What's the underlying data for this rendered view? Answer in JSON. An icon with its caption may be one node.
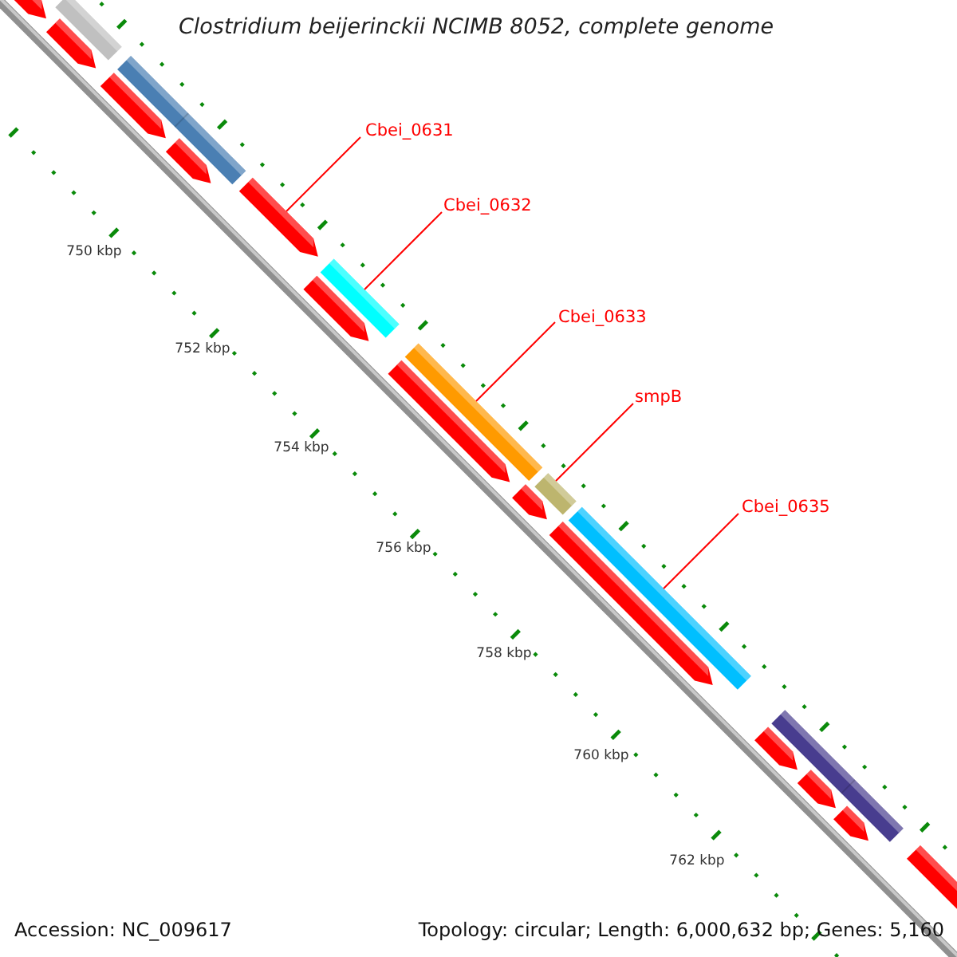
{
  "diagram": {
    "title": "Clostridium beijerinckii NCIMB 8052, complete genome",
    "nodes": [
      {
        "text": [
          "Cbei_0631"
        ]
      },
      {
        "text": [
          "Cbei_0632"
        ]
      },
      {
        "text": [
          "Cbei_0633"
        ]
      },
      {
        "text": [
          "smpB"
        ]
      },
      {
        "text": [
          "Cbei_0635"
        ]
      },
      {
        "text": [],
        "shape": "bar"
      },
      {
        "text": [],
        "shape": "bar"
      },
      {
        "text": [],
        "shape": "bar"
      },
      {
        "text": [],
        "shape": "bar"
      },
      {
        "text": [],
        "shape": "bar"
      }
    ],
    "edges": [
      {
        "from": 0,
        "to": 5,
        "arrow": "none"
      },
      {
        "from": 1,
        "to": 6,
        "arrow": "none"
      },
      {
        "from": 2,
        "to": 7,
        "arrow": "none"
      },
      {
        "from": 3,
        "to": 8,
        "arrow": "none"
      },
      {
        "from": 4,
        "to": 9,
        "arrow": "none"
      }
    ],
    "labels": [
      "750 kbp",
      "752 kbp",
      "754 kbp",
      "756 kbp",
      "758 kbp",
      "760 kbp",
      "762 kbp",
      "Accession: NC_009617",
      "Topology: circular; Length: 6,000,632 bp; Genes: 5,160"
    ]
  }
}
